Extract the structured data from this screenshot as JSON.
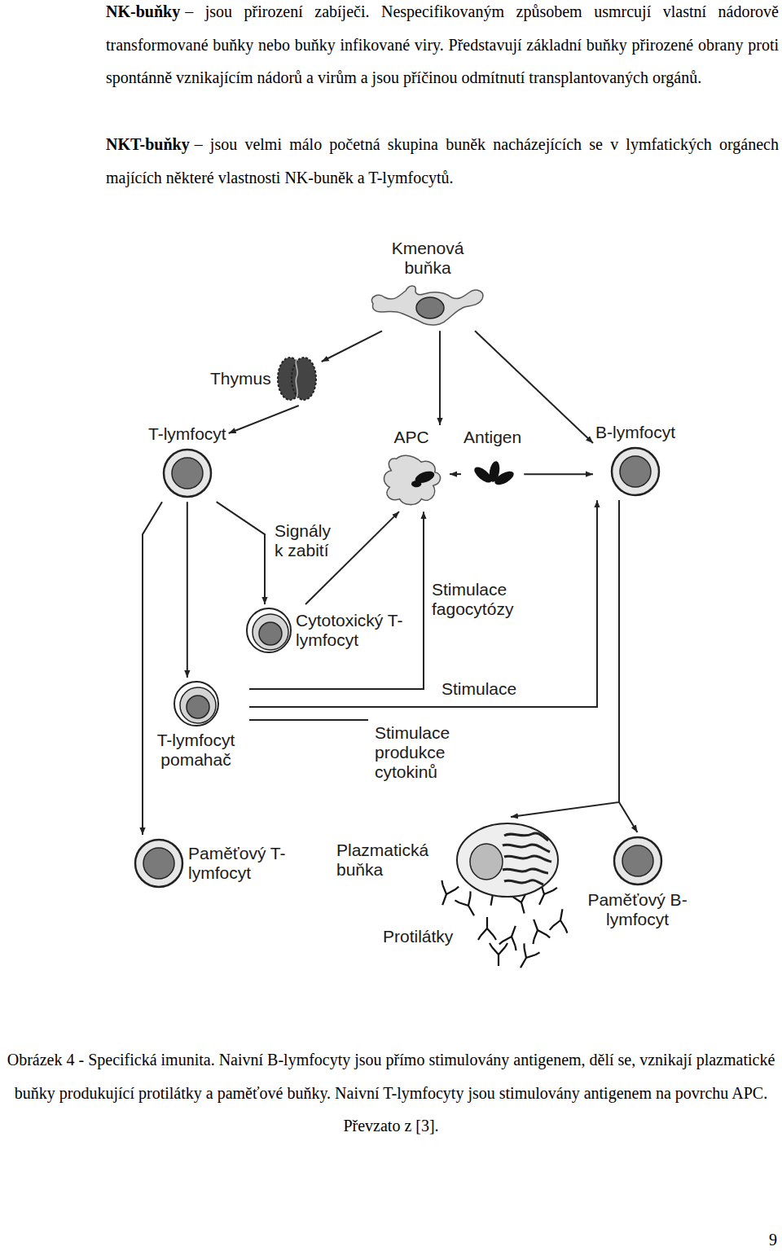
{
  "diagram": {
    "caption": "Obrázek 4 - Specifická imunita. Naivní B-lymfocyty jsou přímo stimulovány antigenem, dělí se, vznikají plazmatické buňky produkující protilátky a paměťové buňky. Naivní T-lymfocyty jsou stimulovány antigenem na povrchu APC. Převzato z [3].",
    "nodes": [
      {
        "text": [
          "Kmenová buňka"
        ]
      },
      {
        "text": [
          "Thymus"
        ]
      },
      {
        "text": [
          "T-lymfocyt"
        ]
      },
      {
        "text": [
          "APC"
        ]
      },
      {
        "text": [
          "Antigen"
        ]
      },
      {
        "text": [
          "B-lymfocyt"
        ]
      },
      {
        "text": [
          "Cytotoxický T-lymfocyt"
        ]
      },
      {
        "text": [
          "T-lymfocyt pomahač"
        ]
      },
      {
        "text": [
          "Paměťový T-lymfocyt"
        ]
      },
      {
        "text": [
          "Plazmatická buňka"
        ]
      },
      {
        "text": [
          "Paměťový B-lymfocyt"
        ]
      }
    ],
    "edges": [
      {
        "from": 0,
        "to": 1,
        "arrow": "to"
      },
      {
        "from": 1,
        "to": 2,
        "arrow": "to"
      },
      {
        "from": 0,
        "to": 3,
        "arrow": "to"
      },
      {
        "from": 0,
        "to": 5,
        "arrow": "to"
      },
      {
        "from": 4,
        "to": 3,
        "arrow": "to"
      },
      {
        "from": 4,
        "to": 5,
        "arrow": "to"
      },
      {
        "from": 2,
        "to": 8,
        "arrow": "to"
      },
      {
        "from": 2,
        "to": 7,
        "arrow": "to"
      },
      {
        "from": 2,
        "to": 6,
        "arrow": "to"
      },
      {
        "from": 6,
        "to": 3,
        "label": "Signály k zabití",
        "arrow": "to"
      },
      {
        "from": 7,
        "to": 3,
        "label": "Stimulace fagocytózy",
        "arrow": "to"
      },
      {
        "from": 7,
        "to": 5,
        "label": "Stimulace",
        "arrow": "to"
      },
      {
        "from": 5,
        "to": 9,
        "arrow": "to"
      },
      {
        "from": 5,
        "to": 10,
        "arrow": "to"
      }
    ],
    "labels": [
      "NK-buňky",
      "– jsou přirození zabíječi. Nespecifikovaným způsobem usmrcují vlastní nádorově transformované buňky nebo buňky infikované viry. Představují základní buňky přirozené obrany proti spontánně vznikajícím nádorů a virům a jsou příčinou odmítnutí transplantovaných orgánů.",
      "NKT-buňky",
      "– jsou velmi málo početná skupina buněk nacházejících se v lymfatických orgánech majících některé vlastnosti NK-buněk a T-lymfocytů.",
      "Stimulace produkce cytokinů",
      "Protilátky",
      "9"
    ]
  }
}
